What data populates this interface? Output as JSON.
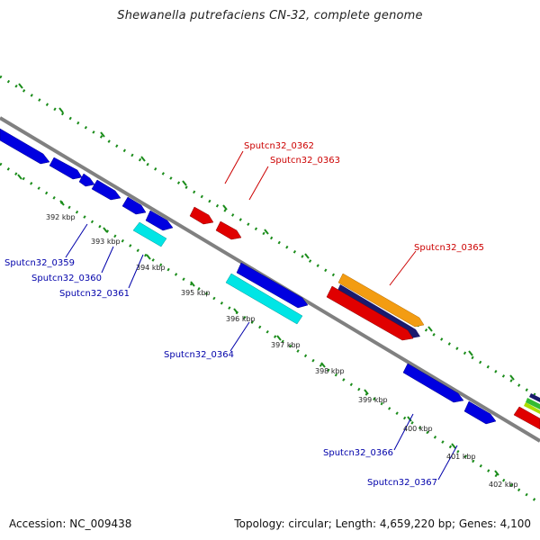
{
  "title": "Shewanella putrefaciens CN-32, complete genome",
  "footer": {
    "accession": "Accession: NC_009438",
    "summary": "Topology: circular; Length: 4,659,220 bp; Genes: 4,100"
  },
  "colors": {
    "backbone": "#808080",
    "dots": "#1a8c1a",
    "ticks": "#1a8c1a",
    "forward_gene": "#e00000",
    "reverse_gene": "#0000e0",
    "rna_gene": "#00e5e5",
    "orange_gene": "#f39c12",
    "navy_gene": "#1a1a6e",
    "label_red": "#cc0000",
    "label_blue": "#0000aa"
  },
  "scale_labels": [
    "392 kbp",
    "393 kbp",
    "394 kbp",
    "395 kbp",
    "396 kbp",
    "397 kbp",
    "398 kbp",
    "399 kbp",
    "400 kbp",
    "401 kbp",
    "402 kbp"
  ],
  "gene_labels": {
    "sputcn32_0359": "Sputcn32_0359",
    "sputcn32_0360": "Sputcn32_0360",
    "sputcn32_0361": "Sputcn32_0361",
    "sputcn32_0362": "Sputcn32_0362",
    "sputcn32_0363": "Sputcn32_0363",
    "sputcn32_0364": "Sputcn32_0364",
    "sputcn32_0365": "Sputcn32_0365",
    "sputcn32_0366": "Sputcn32_0366",
    "sputcn32_0367": "Sputcn32_0367"
  }
}
